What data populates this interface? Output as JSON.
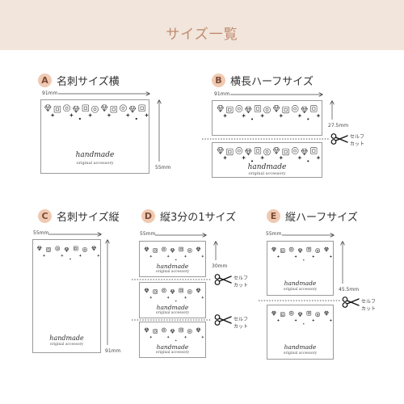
{
  "header": {
    "title": "サイズ一覧"
  },
  "sections": {
    "a": {
      "letter": "A",
      "label": "名刺サイズ横"
    },
    "b": {
      "letter": "B",
      "label": "横長ハーフサイズ"
    },
    "c": {
      "letter": "C",
      "label": "名刺サイズ縦"
    },
    "d": {
      "letter": "D",
      "label": "縦3分の1サイズ"
    },
    "e": {
      "letter": "E",
      "label": "縦ハーフサイズ"
    }
  },
  "card_text": {
    "brand": "handmade",
    "subtitle": "original accessory"
  },
  "dimensions": {
    "a_width": "91mm",
    "a_height": "55mm",
    "b_width": "91mm",
    "b_height": "27.5mm",
    "c_width": "55mm",
    "c_height": "91mm",
    "d_width": "55mm",
    "d_height": "30mm",
    "e_width": "55mm",
    "e_height": "45.5mm"
  },
  "cut": {
    "line1": "セルフ",
    "line2": "カット"
  },
  "colors": {
    "header_bg": "#f1e5dc",
    "title": "#c08a6e",
    "badge_bg": "#f0c9b2",
    "card_border": "#9a9a9a"
  }
}
